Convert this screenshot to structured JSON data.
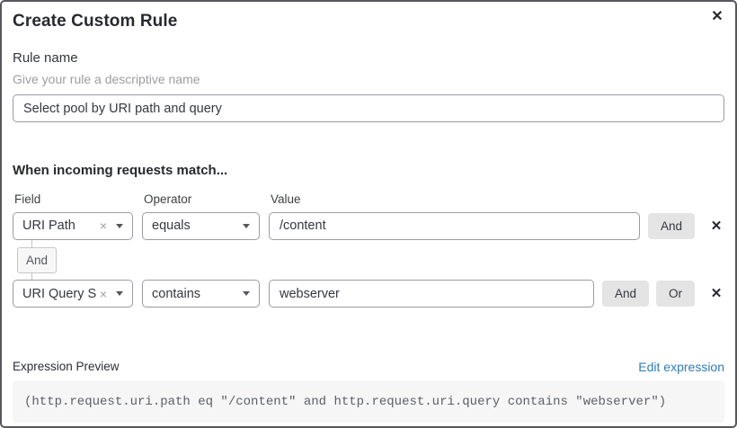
{
  "dialog": {
    "title": "Create Custom Rule"
  },
  "icons": {
    "close": "✕",
    "clear": "×",
    "remove": "✕"
  },
  "rule_name": {
    "label": "Rule name",
    "help": "Give your rule a descriptive name",
    "value": "Select pool by URI path and query"
  },
  "match": {
    "heading": "When incoming requests match...",
    "columns": {
      "field": "Field",
      "operator": "Operator",
      "value": "Value"
    },
    "connector_label": "And",
    "rows": [
      {
        "field": "URI Path",
        "operator": "equals",
        "value": "/content",
        "and_label": "And"
      },
      {
        "field": "URI Query St...",
        "operator": "contains",
        "value": "webserver",
        "and_label": "And",
        "or_label": "Or"
      }
    ]
  },
  "expression": {
    "label": "Expression Preview",
    "edit_link": "Edit expression",
    "code": "(http.request.uri.path eq \"/content\" and http.request.uri.query contains \"webserver\")"
  },
  "colors": {
    "link_blue": "#2f7cb6",
    "button_gray": "#e4e4e5",
    "dialog_border": "#56585c",
    "input_border": "#9a9ca0",
    "code_bg": "#f6f6f7"
  }
}
